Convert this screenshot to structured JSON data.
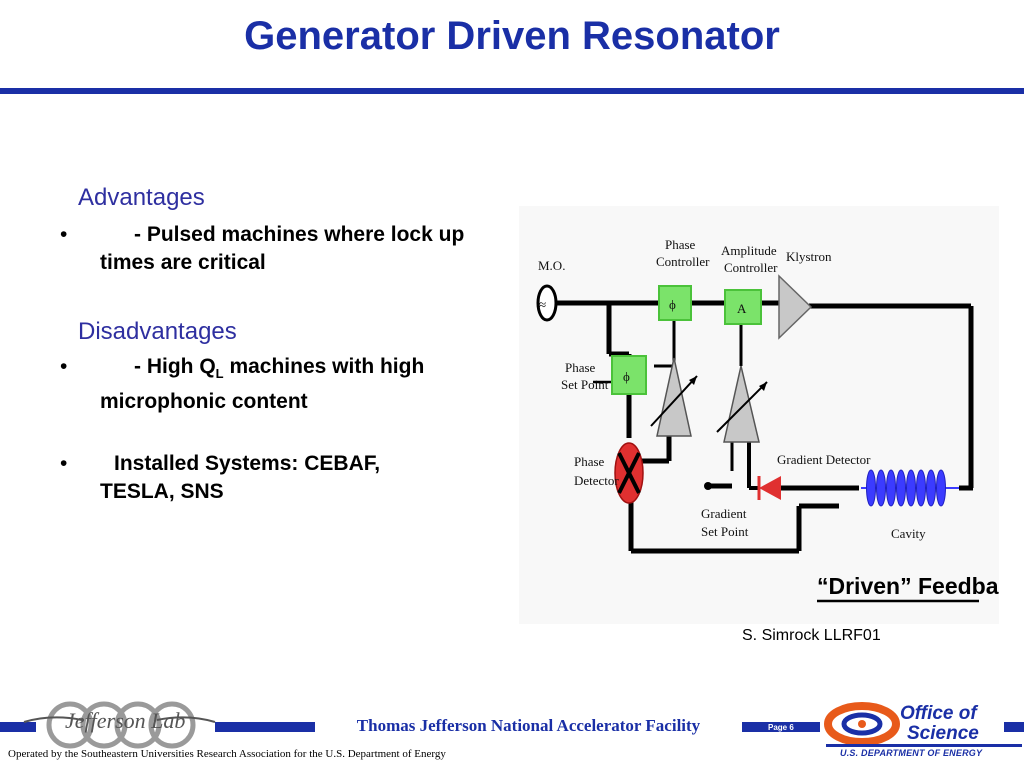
{
  "slide": {
    "title": "Generator Driven Resonator",
    "advantages_heading": "Advantages",
    "advantages": [
      {
        "bullet": "•",
        "text": "-  Pulsed machines where lock up times are critical"
      }
    ],
    "disadvantages_heading": "Disadvantages",
    "disadvantages": [
      {
        "bullet": "•",
        "text_before": "-  High Q",
        "subscript": "L",
        "text_after": " machines with high microphonic  content"
      },
      {
        "bullet": "•",
        "text": "Installed Systems: CEBAF, TESLA, SNS"
      }
    ],
    "credit": "S. Simrock LLRF01"
  },
  "diagram": {
    "labels": {
      "mo": "M.O.",
      "phase_controller_1": "Phase",
      "phase_controller_2": "Controller",
      "amplitude_controller_1": "Amplitude",
      "amplitude_controller_2": "Controller",
      "klystron": "Klystron",
      "phase_set_point_1": "Phase",
      "phase_set_point_2": "Set Point",
      "phase_detector_1": "Phase",
      "phase_detector_2": "Detector",
      "gradient_detector": "Gradient Detector",
      "gradient_set_point_1": "Gradient",
      "gradient_set_point_2": "Set Point",
      "cavity": "Cavity",
      "feedback_caption": "“Driven” Feedback",
      "phi_symbol": "ϕ",
      "amp_symbol": "A",
      "osc_symbol": "≈"
    },
    "colors": {
      "green_box": "#7be36a",
      "coil": "#3b3bff",
      "detector_red": "#e03030",
      "amp_grey": "#c8c8c8",
      "line": "#000000"
    }
  },
  "footer": {
    "facility": "Thomas Jefferson National Accelerator Facility",
    "page": "Page 6",
    "operated": "Operated by the Southeastern Universities Research Association for the U.S. Department of  Energy",
    "jlab_logo_text": "Jefferson Lab",
    "office_line1": "Office of",
    "office_line2": "Science",
    "doe_line": "U.S. DEPARTMENT OF ENERGY",
    "brand_blue": "#1a2fa6",
    "logo_orange": "#e85a1a"
  }
}
